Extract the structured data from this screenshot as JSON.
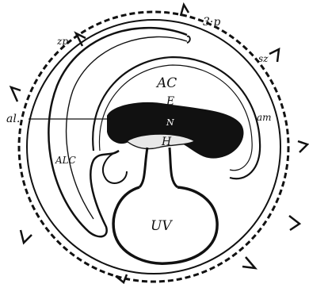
{
  "figure": {
    "labels": {
      "outer_villi": "3·p",
      "serous_zone": "sz",
      "zona_pellucida": "zp",
      "amniotic_cavity": "AC",
      "ectoderm": "E",
      "notochord": "N",
      "hypoblast": "H",
      "allantois": "al.",
      "amnion": "am",
      "allantoic_cavity": "ALC",
      "umbilical_vesicle": "UV"
    },
    "colors": {
      "ink": "#111111",
      "background": "#ffffff"
    }
  }
}
